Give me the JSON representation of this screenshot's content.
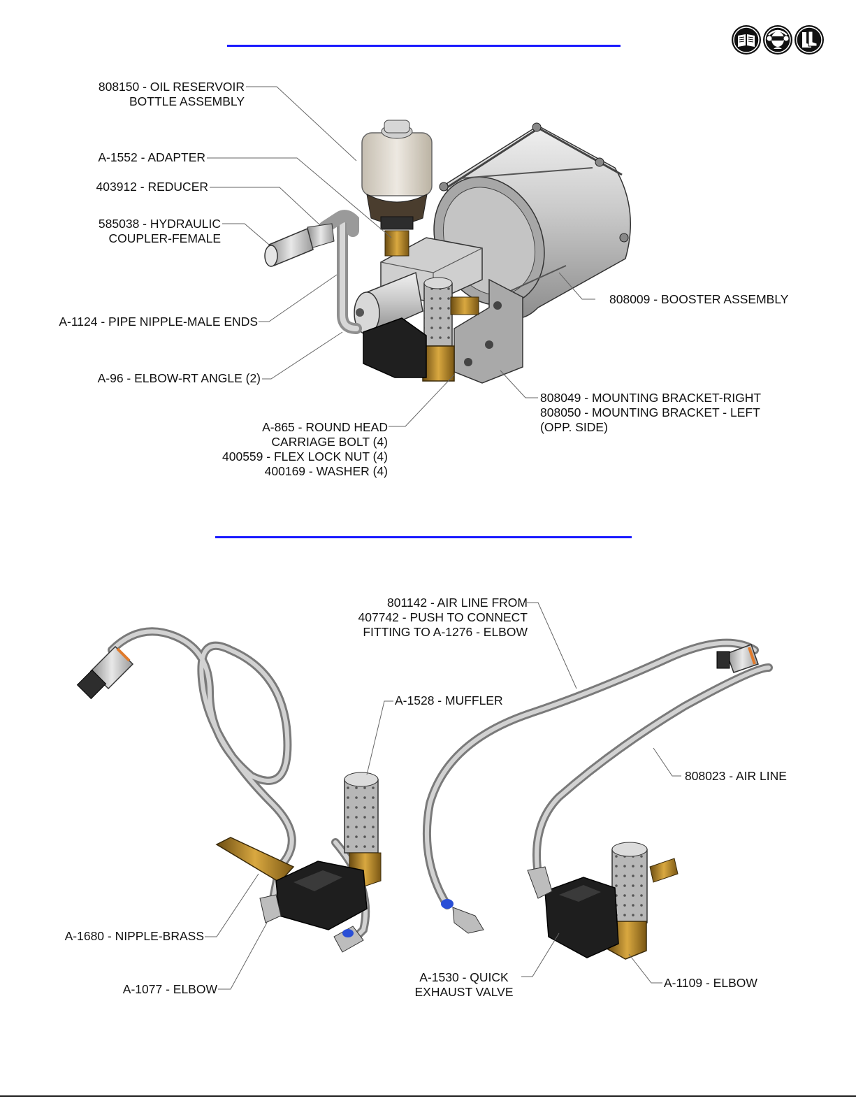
{
  "icons": [
    "read-manual-icon",
    "eye-ear-protection-icon",
    "safety-boots-icon"
  ],
  "accent_color": "#1a1aff",
  "top_labels": {
    "oil_reservoir": [
      "808150 - OIL RESERVOIR",
      "BOTTLE ASSEMBLY"
    ],
    "adapter": "A-1552 - ADAPTER",
    "reducer": "403912 - REDUCER",
    "hydraulic_coupler": [
      "585038 - HYDRAULIC",
      "COUPLER-FEMALE"
    ],
    "pipe_nipple": "A-1124 - PIPE NIPPLE-MALE ENDS",
    "elbow_rt": "A-96 - ELBOW-RT ANGLE (2)",
    "hardware": [
      "A-865 - ROUND HEAD",
      "CARRIAGE BOLT (4)",
      "400559 - FLEX LOCK NUT (4)",
      "400169 - WASHER (4)"
    ],
    "booster": "808009 - BOOSTER ASSEMBLY",
    "bracket": [
      "808049 - MOUNTING BRACKET-RIGHT",
      "808050 - MOUNTING BRACKET - LEFT",
      "(OPP. SIDE)"
    ]
  },
  "bottom_labels": {
    "air_line_from": [
      "801142 - AIR LINE FROM",
      "407742 - PUSH TO CONNECT",
      "FITTING TO A-1276 - ELBOW"
    ],
    "muffler": "A-1528 - MUFFLER",
    "air_line": "808023 - AIR LINE",
    "nipple_brass": "A-1680 - NIPPLE-BRASS",
    "elbow_1077": "A-1077 - ELBOW",
    "quick_exhaust": [
      "A-1530 - QUICK",
      "EXHAUST VALVE"
    ],
    "elbow_1109": "A-1109 - ELBOW"
  }
}
